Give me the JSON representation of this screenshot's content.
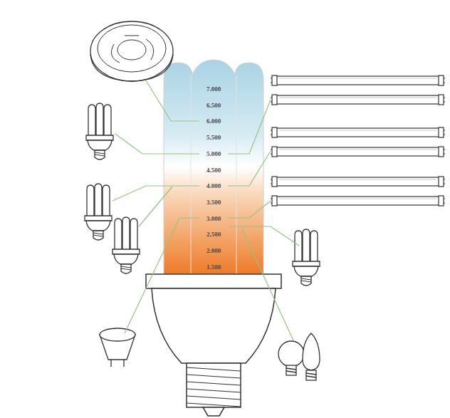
{
  "diagram": {
    "labels": [
      "7.000",
      "6.500",
      "6.000",
      "5.500",
      "5.000",
      "4.500",
      "4.000",
      "3.500",
      "3.000",
      "2.500",
      "2.000",
      "1.500"
    ]
  }
}
